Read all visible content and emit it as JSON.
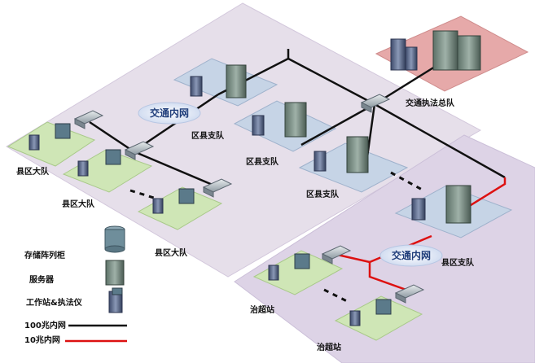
{
  "colors": {
    "plane_main": "#e6dfea",
    "plane_lower": "#ddd3e6",
    "plane_hq": "#e6a9a9",
    "tile_blue": "#c6d4e6",
    "tile_green": "#cfe6b6",
    "line_100m": "#111111",
    "line_10m": "#dd1111",
    "cloud_text": "#1f3d7a"
  },
  "clouds": {
    "upper": "交通内网",
    "lower": "交通内网"
  },
  "nodes": {
    "hq": "交通执法总队",
    "county_brigade_1": "区县支队",
    "county_brigade_2": "区县支队",
    "county_brigade_3": "区县支队",
    "county_brigade_4": "县区支队",
    "team_1": "县区大队",
    "team_2": "县区大队",
    "team_3": "县区大队",
    "station_1": "治超站",
    "station_2": "治超站"
  },
  "legend": {
    "storage": "存储阵列柜",
    "server": "服务器",
    "workstation": "工作站&执法仪",
    "net_100m": "100兆内网",
    "net_10m": "10兆内网"
  }
}
